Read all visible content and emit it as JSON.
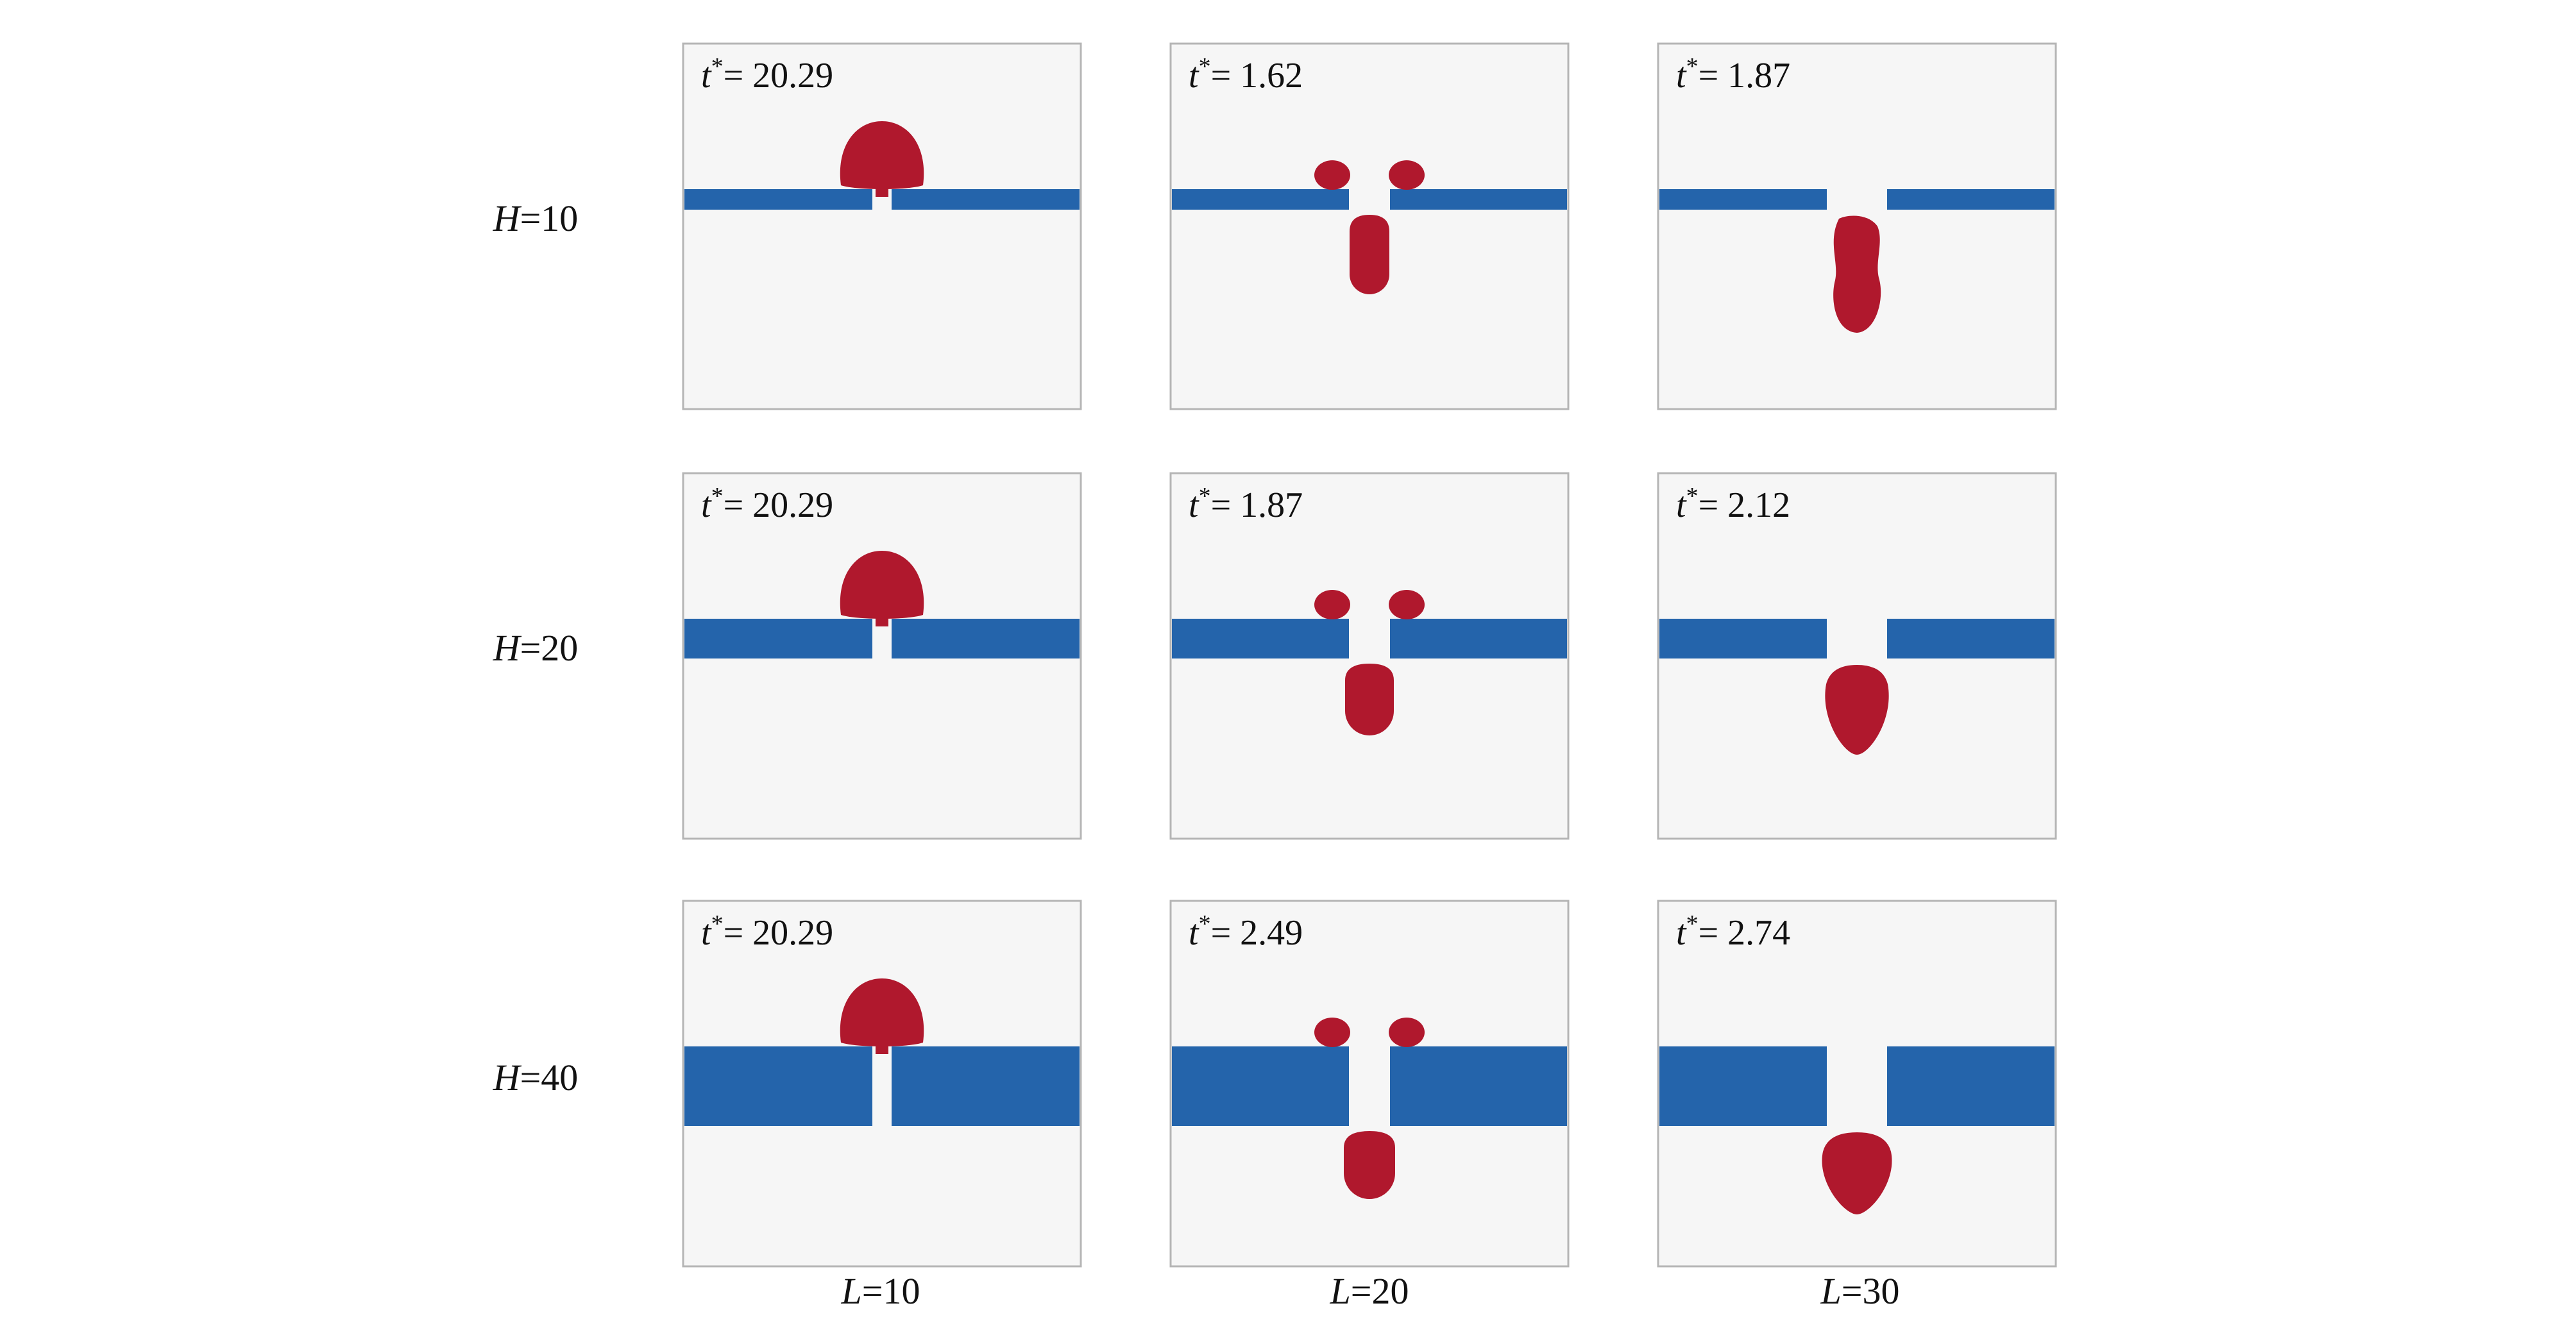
{
  "colors": {
    "panel_background": "#f6f6f6",
    "plate": "#2464ab",
    "droplet": "#b0182d",
    "text": "#111111"
  },
  "time_label": {
    "symbol": "t",
    "superscript": "*",
    "equals": "="
  },
  "rows": [
    {
      "label_var": "H",
      "label_eq": "=",
      "label_val": "10",
      "plate_thickness": 10
    },
    {
      "label_var": "H",
      "label_eq": "=",
      "label_val": "20",
      "plate_thickness": 20
    },
    {
      "label_var": "H",
      "label_eq": "=",
      "label_val": "40",
      "plate_thickness": 40
    }
  ],
  "columns": [
    {
      "label_var": "L",
      "label_eq": "=",
      "label_val": "10",
      "gap_width": 10
    },
    {
      "label_var": "L",
      "label_eq": "=",
      "label_val": "20",
      "gap_width": 20
    },
    {
      "label_var": "L",
      "label_eq": "=",
      "label_val": "30",
      "gap_width": 30
    }
  ],
  "panels": [
    [
      {
        "t": "20.29",
        "state": "retained"
      },
      {
        "t": "1.62",
        "state": "split"
      },
      {
        "t": "1.87",
        "state": "passed"
      }
    ],
    [
      {
        "t": "20.29",
        "state": "retained"
      },
      {
        "t": "1.87",
        "state": "split"
      },
      {
        "t": "2.12",
        "state": "passed"
      }
    ],
    [
      {
        "t": "20.29",
        "state": "retained"
      },
      {
        "t": "2.49",
        "state": "split"
      },
      {
        "t": "2.74",
        "state": "passed"
      }
    ]
  ]
}
